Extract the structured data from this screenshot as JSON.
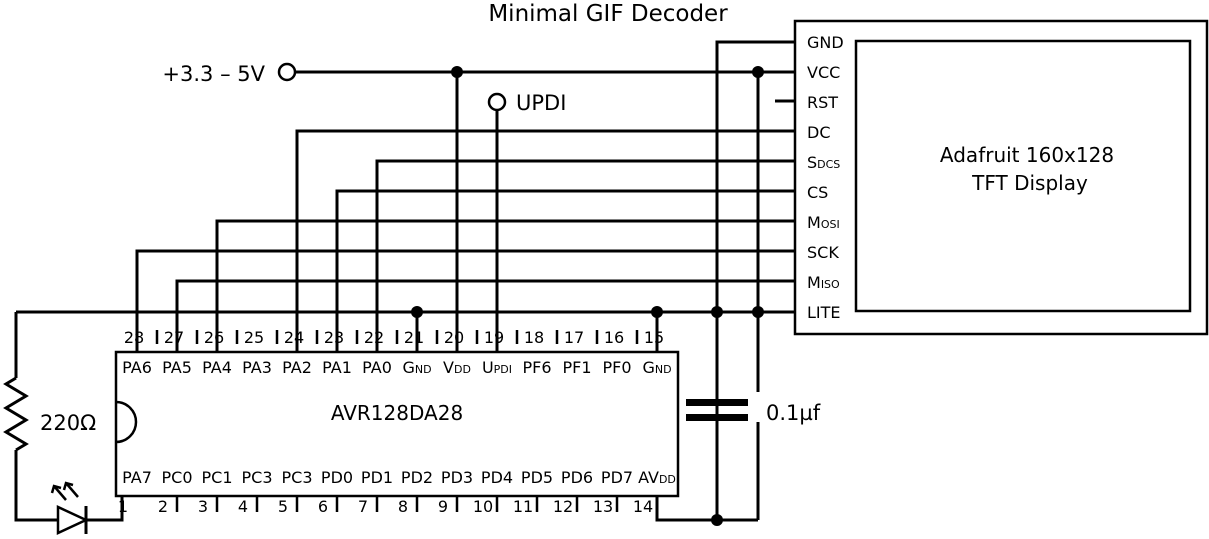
{
  "title": "Minimal GIF Decoder",
  "power_label": "+3.3 – 5V",
  "updi_label": "UPDI",
  "display": {
    "name_line1": "Adafruit 160x128",
    "name_line2": "TFT Display",
    "pins": [
      {
        "big": "GND",
        "small": ""
      },
      {
        "big": "VCC",
        "small": ""
      },
      {
        "big": "RST",
        "small": ""
      },
      {
        "big": "DC",
        "small": ""
      },
      {
        "big": "S",
        "small": "DCS"
      },
      {
        "big": "CS",
        "small": ""
      },
      {
        "big": "M",
        "small": "OSI"
      },
      {
        "big": "SCK",
        "small": ""
      },
      {
        "big": "M",
        "small": "ISO"
      },
      {
        "big": "LITE",
        "small": ""
      }
    ]
  },
  "mcu": {
    "name": "AVR128DA28",
    "top_numbers": [
      "28",
      "27",
      "26",
      "25",
      "24",
      "23",
      "22",
      "21",
      "20",
      "19",
      "18",
      "17",
      "16",
      "15"
    ],
    "top_pins": [
      {
        "big": "PA6",
        "small": ""
      },
      {
        "big": "PA5",
        "small": ""
      },
      {
        "big": "PA4",
        "small": ""
      },
      {
        "big": "PA3",
        "small": ""
      },
      {
        "big": "PA2",
        "small": ""
      },
      {
        "big": "PA1",
        "small": ""
      },
      {
        "big": "PA0",
        "small": ""
      },
      {
        "big": "G",
        "small": "ND"
      },
      {
        "big": "V",
        "small": "DD"
      },
      {
        "big": "U",
        "small": "PDI"
      },
      {
        "big": "PF6",
        "small": ""
      },
      {
        "big": "PF1",
        "small": ""
      },
      {
        "big": "PF0",
        "small": ""
      },
      {
        "big": "G",
        "small": "ND"
      }
    ],
    "bottom_numbers": [
      "1",
      "2",
      "3",
      "4",
      "5",
      "6",
      "7",
      "8",
      "9",
      "10",
      "11",
      "12",
      "13",
      "14"
    ],
    "bottom_pins": [
      {
        "big": "PA7",
        "small": ""
      },
      {
        "big": "PC0",
        "small": ""
      },
      {
        "big": "PC1",
        "small": ""
      },
      {
        "big": "PC3",
        "small": ""
      },
      {
        "big": "PC3",
        "small": ""
      },
      {
        "big": "PD0",
        "small": ""
      },
      {
        "big": "PD1",
        "small": ""
      },
      {
        "big": "PD2",
        "small": ""
      },
      {
        "big": "PD3",
        "small": ""
      },
      {
        "big": "PD4",
        "small": ""
      },
      {
        "big": "PD5",
        "small": ""
      },
      {
        "big": "PD6",
        "small": ""
      },
      {
        "big": "PD7",
        "small": ""
      },
      {
        "big": "AV",
        "small": "DD"
      }
    ]
  },
  "resistor_label": "220Ω",
  "capacitor_label": "0.1µf"
}
